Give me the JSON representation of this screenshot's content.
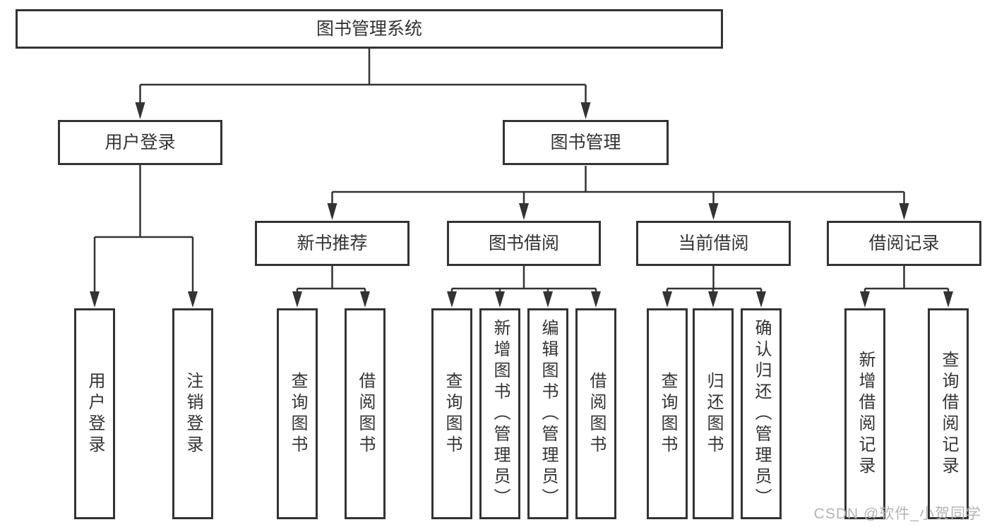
{
  "diagram": {
    "title": "图书管理系统",
    "level2": [
      {
        "label": "用户登录"
      },
      {
        "label": "图书管理"
      }
    ],
    "level3": [
      {
        "label": "新书推荐"
      },
      {
        "label": "图书借阅"
      },
      {
        "label": "当前借阅"
      },
      {
        "label": "借阅记录"
      }
    ],
    "leaves": {
      "user_login": [
        "用户登录",
        "注销登录"
      ],
      "new_book_recommend": [
        "查询图书",
        "借阅图书"
      ],
      "book_borrow": [
        "查询图书",
        "新增图书（管理员）",
        "编辑图书（管理员）",
        "借阅图书"
      ],
      "current_borrow": [
        "查询图书",
        "归还图书",
        "确认归还（管理员）"
      ],
      "borrow_records": [
        "新增借阅记录",
        "查询借阅记录"
      ]
    }
  },
  "watermark": {
    "text": "CSDN @软件_小贺同学"
  },
  "colors": {
    "line": "#333333",
    "text": "#333333",
    "watermark": "#b5b5b5",
    "background": "#ffffff"
  }
}
